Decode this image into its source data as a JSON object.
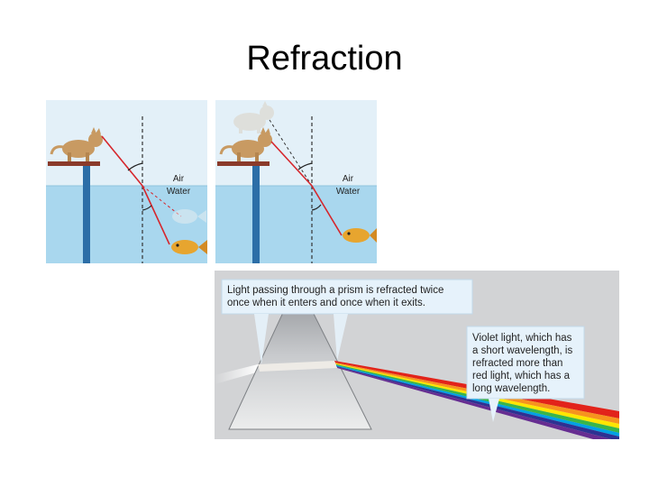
{
  "slide": {
    "title": "Refraction"
  },
  "cat_fish_left": {
    "air_label": "Air",
    "water_label": "Water"
  },
  "cat_fish_right": {
    "air_label": "Air",
    "water_label": "Water"
  },
  "prism": {
    "callout_top_line1": "Light passing through a prism is refracted twice",
    "callout_top_line2": "once when it enters and once when it exits.",
    "callout_right_lines": [
      "Violet light, which has",
      "a short wavelength, is",
      "refracted more than",
      "red light, which has a",
      "long wavelength."
    ]
  },
  "colors": {
    "air": "#e3f0f8",
    "water": "#a9d7ee",
    "pole": "#2c6ea7",
    "ray": "#d6262c",
    "prism_bg": "#d2d3d5",
    "callout": "#e6f2fb"
  }
}
